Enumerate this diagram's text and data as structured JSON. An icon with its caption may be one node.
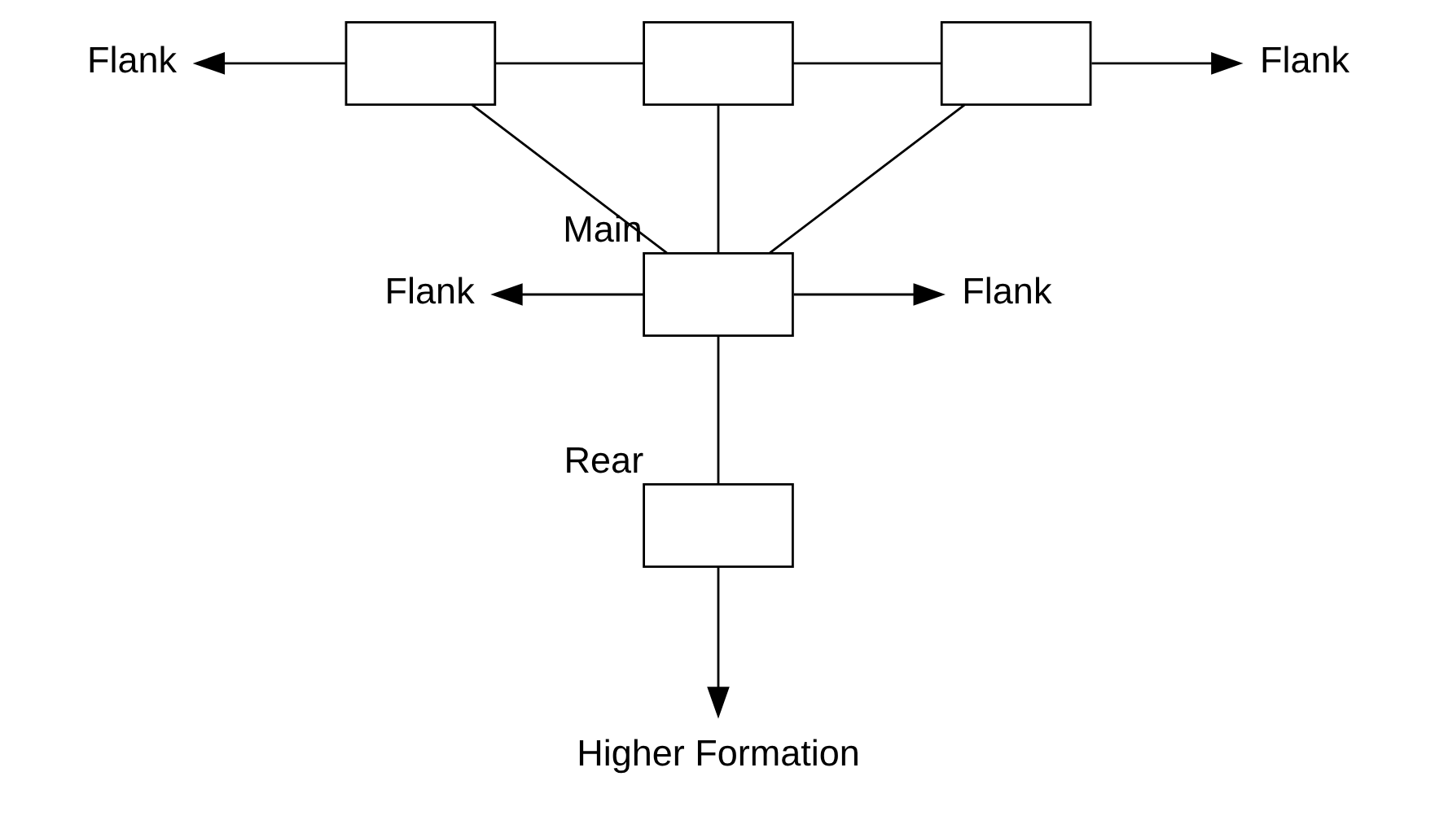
{
  "diagram": {
    "nodes": [
      {
        "text": [],
        "shape": "box"
      },
      {
        "text": [],
        "shape": "box"
      },
      {
        "text": [],
        "shape": "box"
      },
      {
        "text": [],
        "shape": "box",
        "beside": [
          "Main"
        ]
      },
      {
        "text": [],
        "shape": "box",
        "beside": [
          "Rear"
        ]
      },
      {
        "text": [
          "Flank"
        ]
      },
      {
        "text": [
          "Flank"
        ]
      },
      {
        "text": [
          "Flank"
        ]
      },
      {
        "text": [
          "Flank"
        ]
      },
      {
        "text": [
          "Higher Formation"
        ]
      }
    ],
    "edges": [
      {
        "from": 0,
        "to": 1,
        "arrow": "none"
      },
      {
        "from": 1,
        "to": 2,
        "arrow": "none"
      },
      {
        "from": 0,
        "to": 5,
        "arrow": "to"
      },
      {
        "from": 2,
        "to": 6,
        "arrow": "to"
      },
      {
        "from": 0,
        "to": 3,
        "arrow": "none"
      },
      {
        "from": 1,
        "to": 3,
        "arrow": "none"
      },
      {
        "from": 2,
        "to": 3,
        "arrow": "none"
      },
      {
        "from": 3,
        "to": 7,
        "arrow": "to"
      },
      {
        "from": 3,
        "to": 8,
        "arrow": "to"
      },
      {
        "from": 3,
        "to": 4,
        "arrow": "none"
      },
      {
        "from": 4,
        "to": 9,
        "arrow": "to"
      }
    ]
  }
}
